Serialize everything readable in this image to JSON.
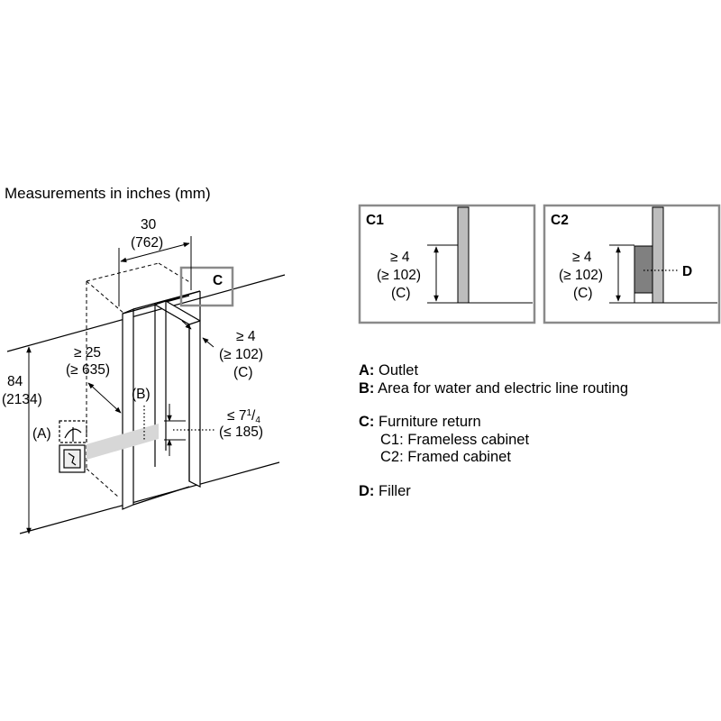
{
  "title": "Measurements in inches (mm)",
  "main": {
    "width": {
      "in": "30",
      "mm": "(762)"
    },
    "height": {
      "in": "84",
      "mm": "(2134)"
    },
    "depth": {
      "in": "≥ 25",
      "mm": "(≥ 635)"
    },
    "return": {
      "in": "≥ 4",
      "mm": "(≥ 102)",
      "ref": "(C)"
    },
    "routing": {
      "in_a": "≤ 7",
      "in_num": "1",
      "in_sl": "/",
      "in_den": "4",
      "mm": "(≤ 185)"
    },
    "label_a": "(A)",
    "label_b": "(B)",
    "label_c": "C"
  },
  "details": {
    "c1": {
      "title": "C1",
      "in": "≥ 4",
      "mm": "(≥ 102)",
      "ref": "(C)"
    },
    "c2": {
      "title": "C2",
      "in": "≥ 4",
      "mm": "(≥ 102)",
      "ref": "(C)",
      "filler": "D"
    }
  },
  "legend": {
    "a": {
      "key": "A:",
      "text": "Outlet"
    },
    "b": {
      "key": "B:",
      "text": "Area for water and electric line routing"
    },
    "c": {
      "key": "C:",
      "text": "Furniture return"
    },
    "c1": "C1: Frameless cabinet",
    "c2": "C2: Framed cabinet",
    "d": {
      "key": "D:",
      "text": "Filler"
    }
  }
}
